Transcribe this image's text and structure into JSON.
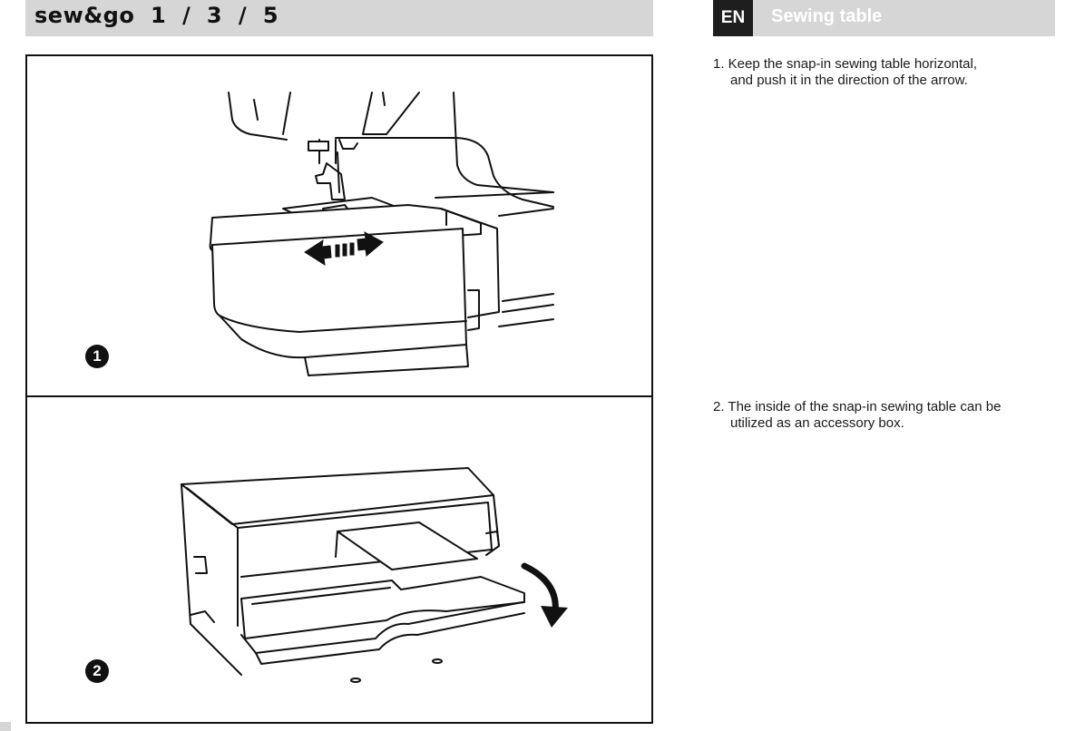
{
  "header": {
    "brand": "sew&go  1  /  3  /  5",
    "language": "EN",
    "section_title": "Sewing table"
  },
  "figures": [
    {
      "step_number": "1"
    },
    {
      "step_number": "2"
    }
  ],
  "steps": [
    {
      "line1": "1. Keep the snap-in sewing table horizontal,",
      "line2": "and push it in the direction of the arrow."
    },
    {
      "line1": "2. The inside of the snap-in sewing table can be",
      "line2": "utilized as an accessory box."
    }
  ],
  "colors": {
    "header_band": "#d6d6d6",
    "badge": "#1e1e1e",
    "line_art": "#111111"
  }
}
